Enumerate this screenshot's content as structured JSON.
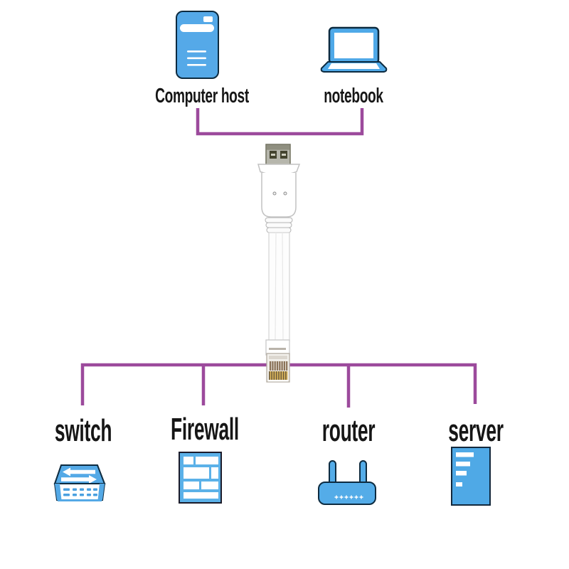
{
  "diagram": {
    "description": "USB-to-RJ45 console cable connection diagram",
    "colors": {
      "connector_line": "#9c4a9c",
      "device_blue": "#55a9e8",
      "firewall_blue": "#5bb1e8",
      "label_text": "#161616",
      "background": "#ffffff"
    },
    "center_component": "usb-to-rj45-console-cable",
    "nodes": {
      "computer_host": {
        "label": "Computer host"
      },
      "notebook": {
        "label": "notebook"
      },
      "switch": {
        "label": "switch"
      },
      "firewall": {
        "label": "Firewall"
      },
      "router": {
        "label": "router"
      },
      "server": {
        "label": "server"
      }
    },
    "connections": [
      {
        "from": "computer_host",
        "to": "usb_console_cable"
      },
      {
        "from": "notebook",
        "to": "usb_console_cable"
      },
      {
        "from": "usb_console_cable",
        "to": "switch"
      },
      {
        "from": "usb_console_cable",
        "to": "firewall"
      },
      {
        "from": "usb_console_cable",
        "to": "router"
      },
      {
        "from": "usb_console_cable",
        "to": "server"
      }
    ]
  }
}
